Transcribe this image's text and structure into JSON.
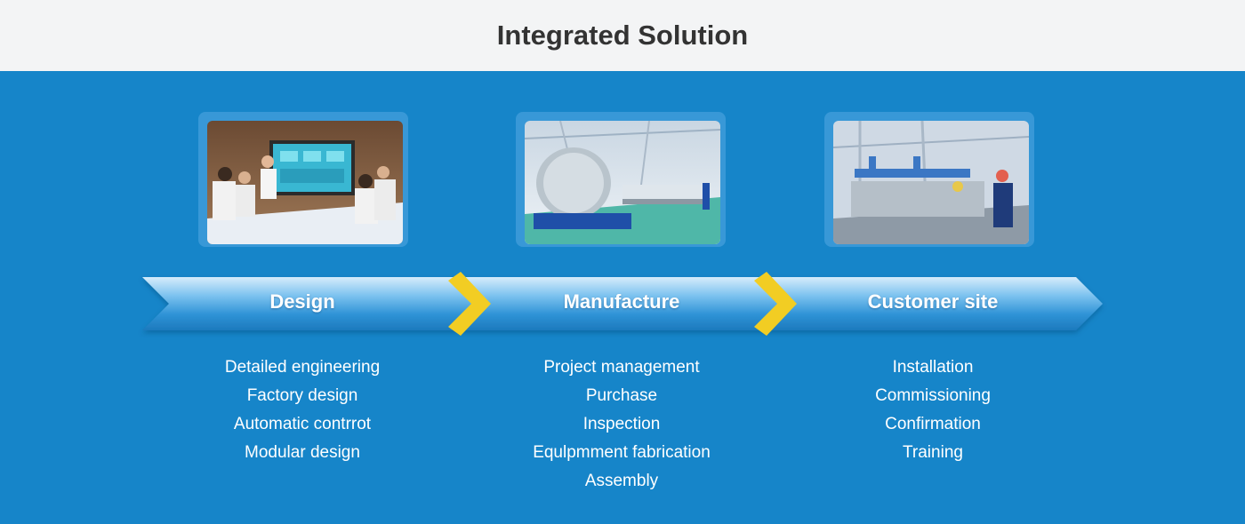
{
  "header": {
    "title": "Integrated Solution"
  },
  "stages": [
    {
      "label": "Design",
      "photo": "meeting-room-photo",
      "items": [
        "Detailed engineering",
        "Factory design",
        "Automatic contrrot",
        "Modular design"
      ]
    },
    {
      "label": "Manufacture",
      "photo": "factory-floor-photo",
      "items": [
        "Project management",
        "Purchase",
        "Inspection",
        "Equlpmment fabrication",
        "Assembly"
      ]
    },
    {
      "label": "Customer site",
      "photo": "installation-worker-photo",
      "items": [
        "Installation",
        "Commissioning",
        "Confirmation",
        "Training"
      ]
    }
  ],
  "colors": {
    "background": "#1685c9",
    "header_bg": "#f3f4f5",
    "title": "#333333",
    "chevron": "#f2cd23"
  },
  "icons": [
    "chevron-right-icon"
  ]
}
